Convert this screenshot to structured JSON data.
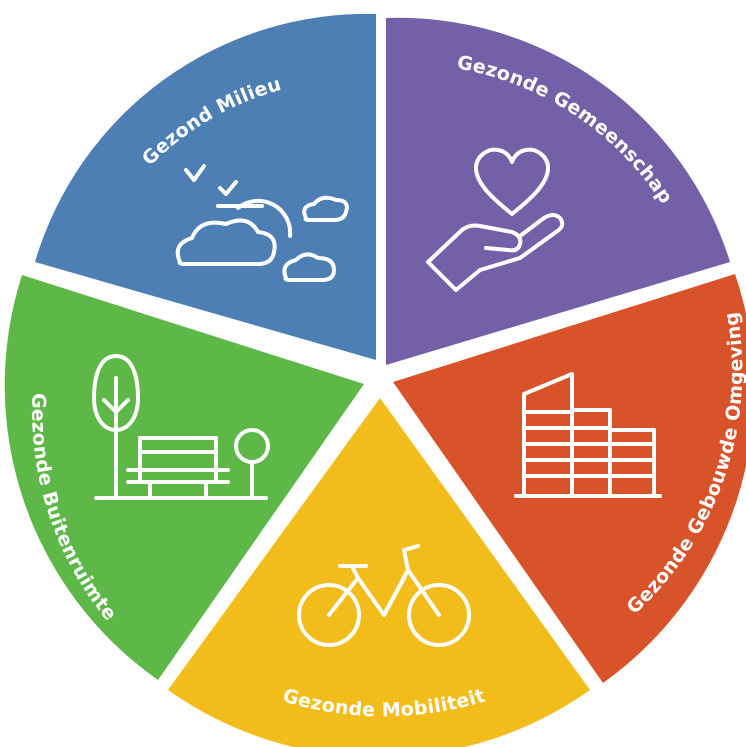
{
  "segments": [
    {
      "id": "milieu",
      "label": "Gezond Milieu",
      "color": "#4d7fb5",
      "icon": "sun-clouds-birds-icon"
    },
    {
      "id": "gemeenschap",
      "label": "Gezonde Gemeenschap",
      "color": "#7460a6",
      "icon": "heart-in-hand-icon"
    },
    {
      "id": "gebouwde",
      "label": "Gezonde Gebouwde Omgeving",
      "color": "#d8522a",
      "icon": "buildings-icon"
    },
    {
      "id": "mobiliteit",
      "label": "Gezonde Mobiliteit",
      "color": "#f2bc1b",
      "icon": "bicycle-icon"
    },
    {
      "id": "buitenruimte",
      "label": "Gezonde Buitenruimte",
      "color": "#5db848",
      "icon": "park-bench-trees-icon"
    }
  ]
}
